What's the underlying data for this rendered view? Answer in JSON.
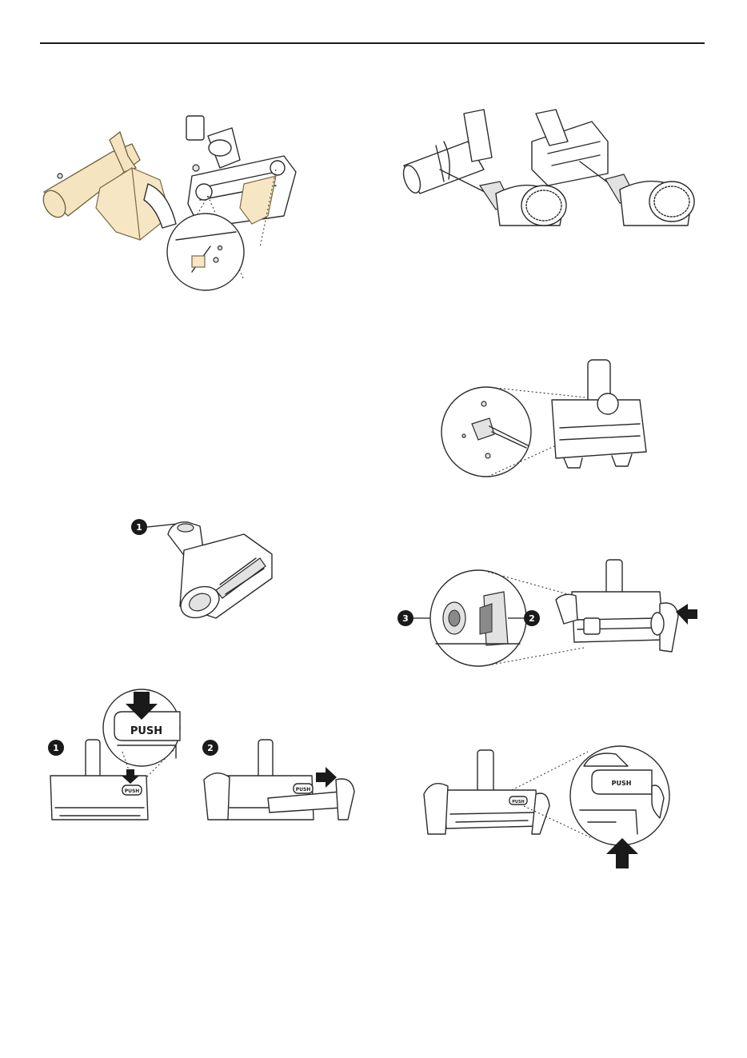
{
  "page": {
    "push_label": "PUSH",
    "step_1": "1",
    "step_2": "2",
    "step_3": "3"
  },
  "colors": {
    "line": "#1a1a1a",
    "accent_cloth": "#f6e6c4",
    "badge": "#1a1a1a"
  },
  "icons": [
    "arrow-down-icon",
    "arrow-right-icon",
    "arrow-up-icon",
    "arrow-left-icon"
  ]
}
